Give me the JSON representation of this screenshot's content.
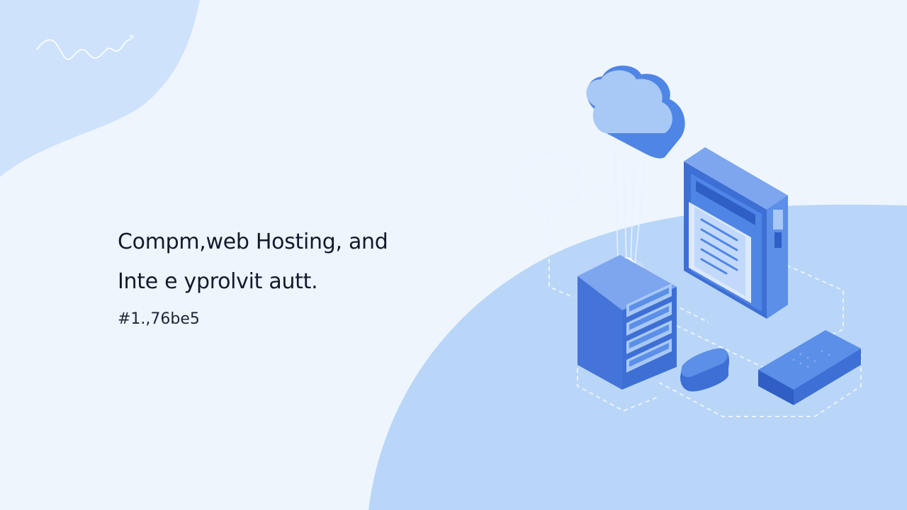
{
  "hero": {
    "line1": "Compm,web Hosting, and",
    "line2": "Inte e yprolvit autt.",
    "tag": "#1.,76be5"
  },
  "colors": {
    "background": "#eef5fd",
    "blob_left": "#cfe2fb",
    "blob_right": "#b9d6f8",
    "primary_blue": "#4f86e6",
    "deep_blue": "#3d6fd4",
    "light_blue": "#8fb5f2",
    "text_dark": "#121a2b"
  },
  "icons": [
    "squiggle-icon",
    "cloud-icon",
    "server-rack-icon",
    "document-server-icon",
    "storage-device-icon",
    "keyboard-device-icon",
    "gear-icon"
  ]
}
